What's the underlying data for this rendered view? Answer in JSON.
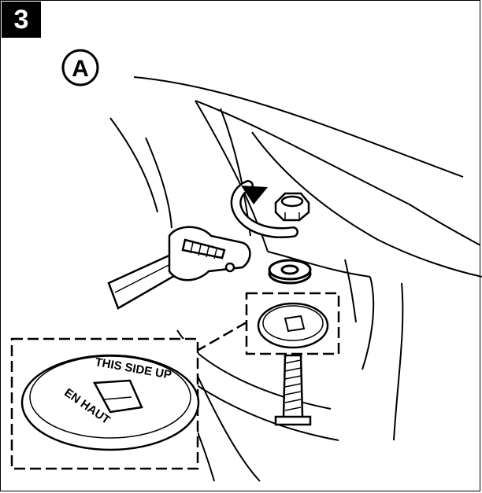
{
  "step": {
    "number": "3"
  },
  "callout": {
    "label": "A"
  },
  "washer": {
    "text_top": "THIS SIDE UP",
    "text_bottom": "EN HAUT"
  }
}
